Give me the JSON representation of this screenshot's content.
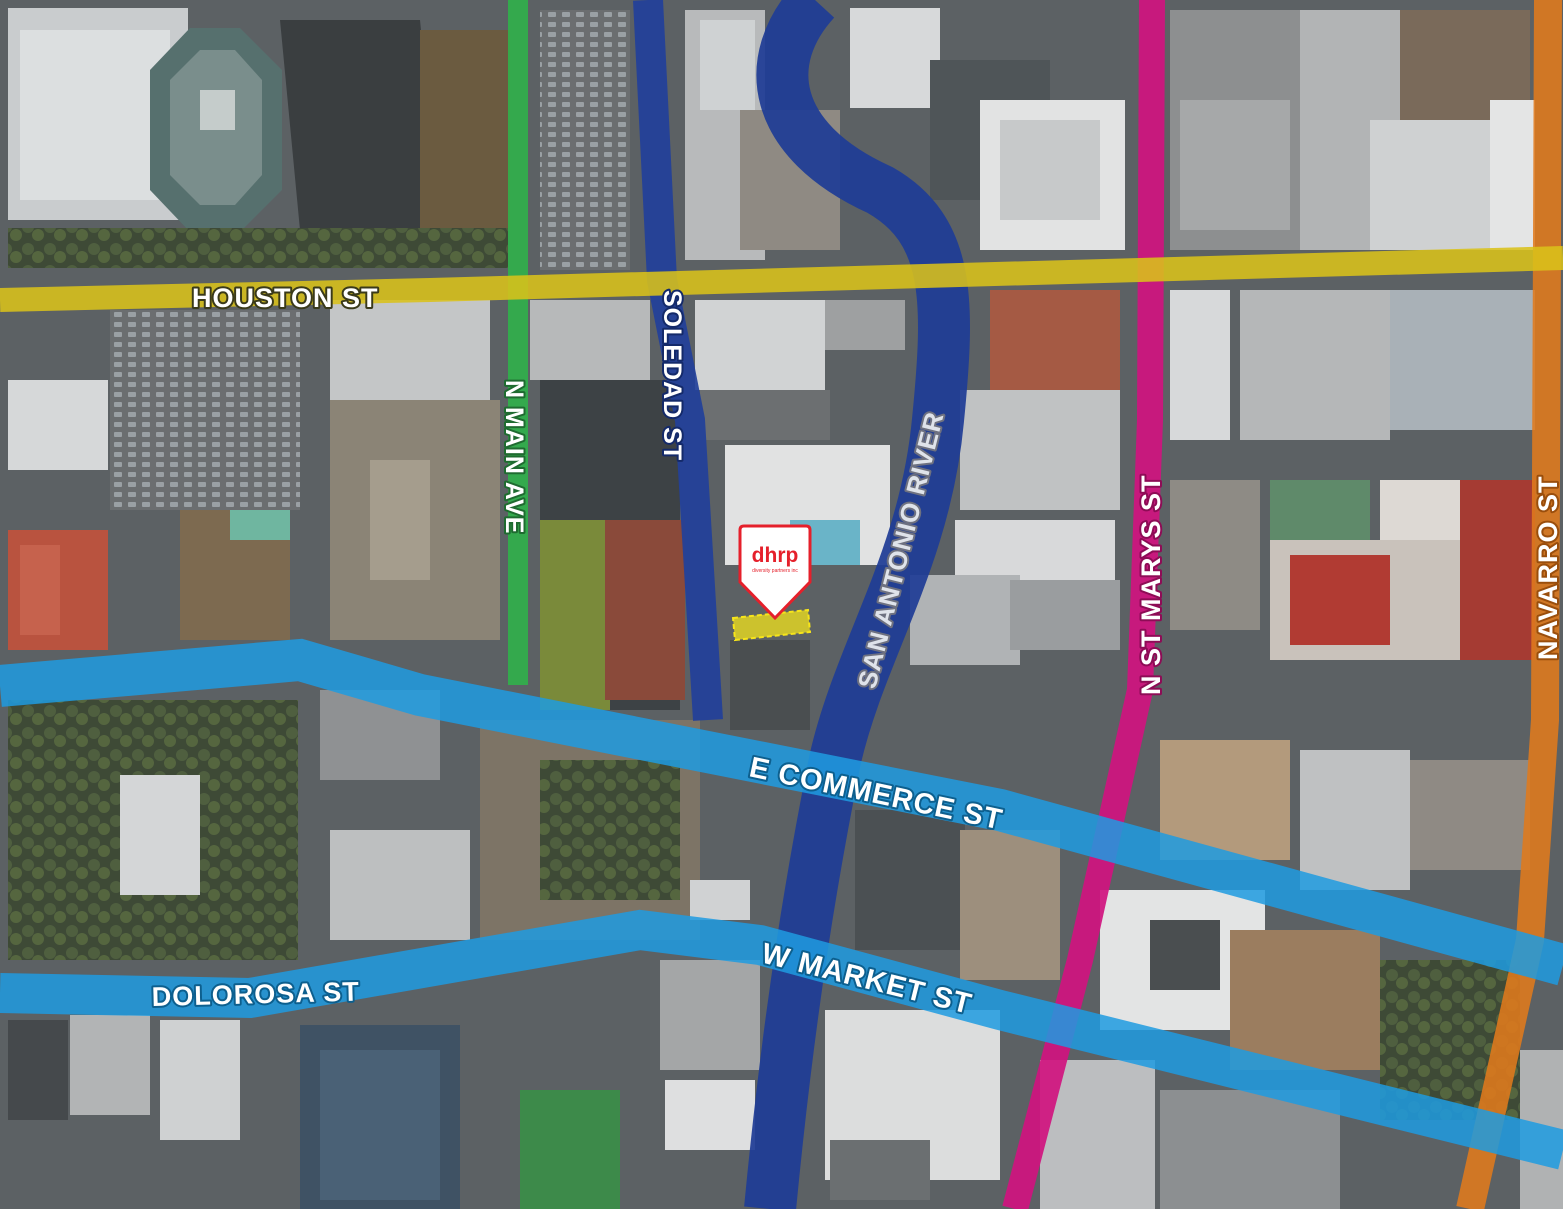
{
  "streets": {
    "houston": {
      "label": "HOUSTON ST",
      "color": "#d9c21a",
      "label_fill": "#ffffff",
      "label_stroke": "#3a3a1a"
    },
    "n_main": {
      "label": "N MAIN AVE",
      "color": "#2fb34a",
      "label_fill": "#ffffff",
      "label_stroke": "#1f6b30"
    },
    "soledad": {
      "label": "SOLEDAD ST",
      "color": "#22409a",
      "label_fill": "#ffffff",
      "label_stroke": "#142a6a"
    },
    "san_antonio_river": {
      "label": "SAN ANTONIO RIVER",
      "color": "#1f3c96",
      "label_fill": "#dfe3ea",
      "label_stroke": "#6e7180"
    },
    "n_st_marys": {
      "label": "N ST MARYS ST",
      "color": "#d0147f",
      "label_fill": "#ffffff",
      "label_stroke": "#8e0c56"
    },
    "navarro": {
      "label": "NAVARRO ST",
      "color": "#e07a1c",
      "label_fill": "#ffffff",
      "label_stroke": "#9a4e0c"
    },
    "e_commerce": {
      "label": "E COMMERCE ST",
      "color": "#1e9be0",
      "label_fill": "#ffffff",
      "label_stroke": "#0d5f8e"
    },
    "w_market": {
      "label": "W MARKET ST",
      "color": "#1e9be0",
      "label_fill": "#ffffff",
      "label_stroke": "#0d5f8e"
    },
    "dolorosa": {
      "label": "DOLOROSA ST",
      "color": "#1e9be0",
      "label_fill": "#ffffff",
      "label_stroke": "#0d5f8e"
    }
  },
  "marker": {
    "logo_text": "dhrp",
    "logo_tagline": "diversity partners inc",
    "icon": "location-pin-icon",
    "color": "#e5202b"
  },
  "site_parcel": {
    "color": "#f2e31b"
  }
}
